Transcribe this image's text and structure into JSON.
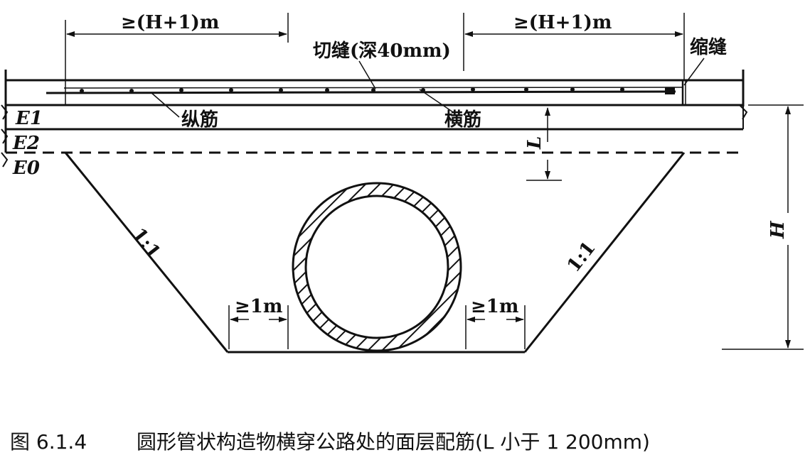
{
  "labels": {
    "dim_left": "≥(H+1)m",
    "dim_right": "≥(H+1)m",
    "saw_cut": "切缝(深40mm)",
    "contraction_joint": "缩缝",
    "longitudinal_bar": "纵筋",
    "transverse_bar": "横筋",
    "e1": "E1",
    "e2": "E2",
    "e0": "E0",
    "dim_l": "L",
    "dim_h": "H",
    "slope_left": "1:1",
    "slope_right": "1:1",
    "gap_left": "≥1m",
    "gap_right": "≥1m"
  },
  "caption": {
    "number": "图 6.1.4",
    "text": "圆形管状构造物横穿公路处的面层配筋(L 小于 1 200mm)"
  }
}
